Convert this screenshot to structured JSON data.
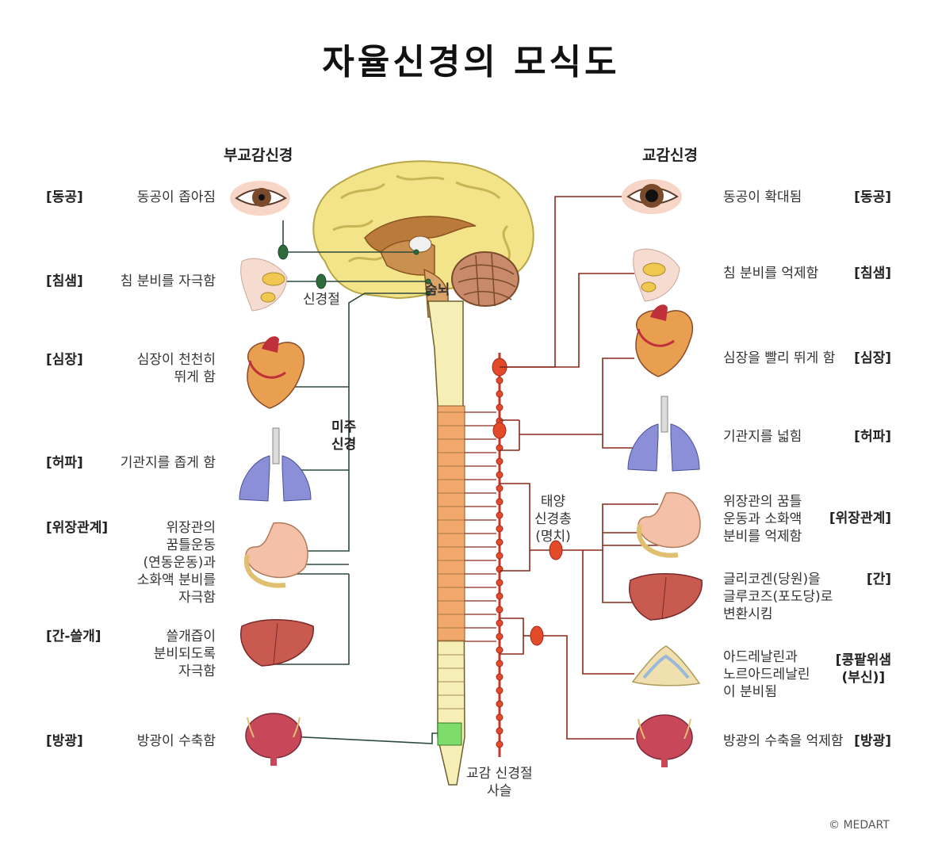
{
  "title": "자율신경의 모식도",
  "headers": {
    "parasympathetic": "부교감신경",
    "sympathetic": "교감신경"
  },
  "left_labels": [
    {
      "organ": "[동공]",
      "effect": "동공이 좁아짐"
    },
    {
      "organ": "[침샘]",
      "effect": "침 분비를 자극함"
    },
    {
      "organ": "[심장]",
      "effect": "심장이 천천히\n뛰게 함"
    },
    {
      "organ": "[허파]",
      "effect": "기관지를 좁게 함"
    },
    {
      "organ": "[위장관계]",
      "effect": "위장관의\n꿈틀운동\n(연동운동)과\n소화액 분비를\n자극함"
    },
    {
      "organ": "[간-쓸개]",
      "effect": "쓸개즙이\n분비되도록\n자극함"
    },
    {
      "organ": "[방광]",
      "effect": "방광이 수축함"
    }
  ],
  "right_labels": [
    {
      "organ": "[동공]",
      "effect": "동공이 확대됨"
    },
    {
      "organ": "[침샘]",
      "effect": "침 분비를 억제함"
    },
    {
      "organ": "[심장]",
      "effect": "심장을 빨리 뛰게 함"
    },
    {
      "organ": "[허파]",
      "effect": "기관지를 넓힘"
    },
    {
      "organ": "[위장관계]",
      "effect": "위장관의 꿈틀\n운동과 소화액\n분비를 억제함"
    },
    {
      "organ": "[간]",
      "effect": "글리코겐(당원)을\n글루코즈(포도당)로\n변환시킴"
    },
    {
      "organ": "[콩팥위샘\n(부신)]",
      "effect": "아드레날린과\n노르아드레날린\n이 분비됨"
    },
    {
      "organ": "[방광]",
      "effect": "방광의 수축을 억제함"
    }
  ],
  "center_labels": {
    "ganglion": "신경절",
    "medulla": "숨뇌",
    "vagus": "미주\n신경",
    "solar_plexus": "태양\n신경총\n(명치)",
    "chain": "교감 신경절\n사슬"
  },
  "credit": "© MEDART",
  "colors": {
    "parasympathetic_line": "#2f4a3a",
    "ganglion_green": "#2e6b3a",
    "sympathetic_line": "#8a2a1a",
    "sympathetic_ganglion": "#e24a2a",
    "brain": "#f3e48a",
    "spinal_cord": "#f5efb5",
    "thoracolumbar": "#f2a86a",
    "sacral": "#7ddc6a"
  }
}
